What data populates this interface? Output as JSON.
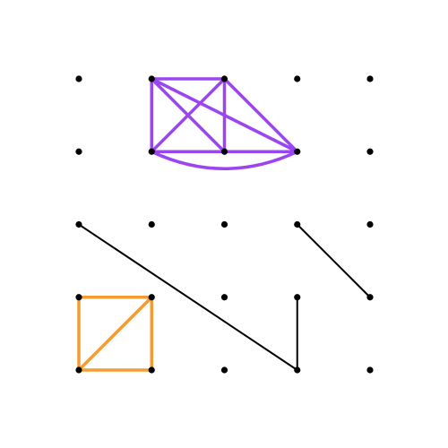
{
  "board": {
    "cols": 5,
    "rows": 5,
    "colors": {
      "dot": "#000000",
      "black": "#000000",
      "purple": "#9b45f0",
      "orange": "#f59b32"
    },
    "segments": [
      {
        "from": [
          0,
          2
        ],
        "to": [
          3,
          4
        ],
        "color": "black"
      },
      {
        "from": [
          3,
          2
        ],
        "to": [
          4,
          3
        ],
        "color": "black"
      },
      {
        "from": [
          3,
          3
        ],
        "to": [
          3,
          4
        ],
        "color": "black"
      },
      {
        "from": [
          1,
          0
        ],
        "to": [
          2,
          0
        ],
        "color": "purple"
      },
      {
        "from": [
          1,
          0
        ],
        "to": [
          1,
          1
        ],
        "color": "purple"
      },
      {
        "from": [
          2,
          0
        ],
        "to": [
          2,
          1
        ],
        "color": "purple"
      },
      {
        "from": [
          1,
          1
        ],
        "to": [
          2,
          1
        ],
        "color": "purple"
      },
      {
        "from": [
          1,
          0
        ],
        "to": [
          2,
          1
        ],
        "color": "purple"
      },
      {
        "from": [
          2,
          0
        ],
        "to": [
          1,
          1
        ],
        "color": "purple"
      },
      {
        "from": [
          1,
          0
        ],
        "to": [
          3,
          1
        ],
        "color": "purple"
      },
      {
        "from": [
          2,
          0
        ],
        "to": [
          3,
          1
        ],
        "color": "purple"
      },
      {
        "from": [
          2,
          1
        ],
        "to": [
          3,
          1
        ],
        "color": "purple"
      },
      {
        "from": [
          1,
          1
        ],
        "to": [
          3,
          1
        ],
        "color": "purple",
        "curved": true
      },
      {
        "from": [
          0,
          3
        ],
        "to": [
          1,
          3
        ],
        "color": "orange"
      },
      {
        "from": [
          0,
          3
        ],
        "to": [
          0,
          4
        ],
        "color": "orange"
      },
      {
        "from": [
          1,
          3
        ],
        "to": [
          1,
          4
        ],
        "color": "orange"
      },
      {
        "from": [
          0,
          4
        ],
        "to": [
          1,
          4
        ],
        "color": "orange"
      },
      {
        "from": [
          0,
          4
        ],
        "to": [
          1,
          3
        ],
        "color": "orange"
      }
    ]
  }
}
